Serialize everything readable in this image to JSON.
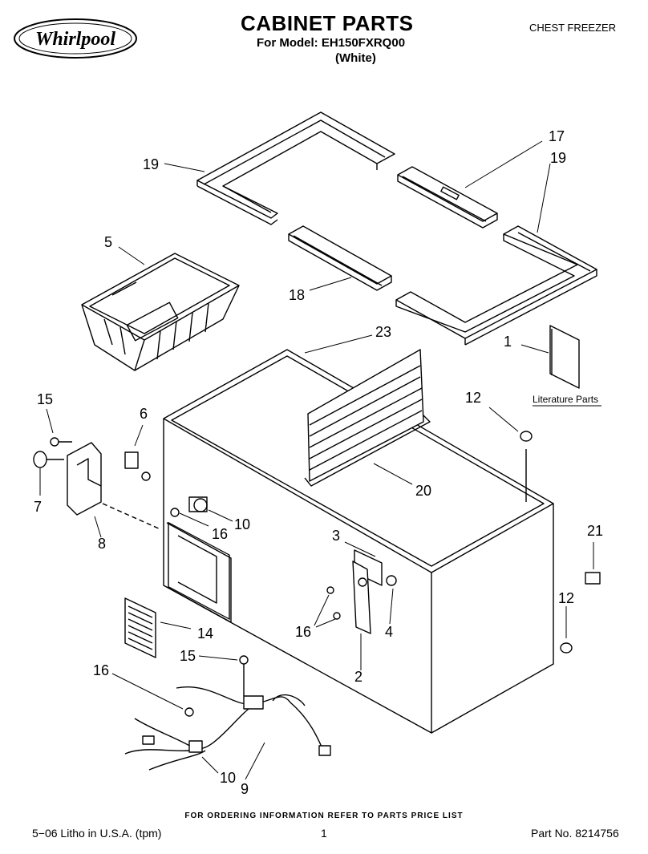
{
  "header": {
    "brand": "Whirlpool",
    "title": "CABINET PARTS",
    "model_line": "For Model: EH150FXRQ00",
    "color_line": "(White)",
    "category": "CHEST FREEZER"
  },
  "callouts": {
    "c19a": "19",
    "c17": "17",
    "c19b": "19",
    "c5": "5",
    "c18": "18",
    "c23": "23",
    "c1": "1",
    "c15a": "15",
    "c6": "6",
    "c12a": "12",
    "c7": "7",
    "c20": "20",
    "c16a": "16",
    "c10a": "10",
    "c8": "8",
    "c3": "3",
    "c21": "21",
    "c16b": "16",
    "c4": "4",
    "c12b": "12",
    "c14": "14",
    "c15b": "15",
    "c16c": "16",
    "c2": "2",
    "c10b": "10",
    "c9": "9"
  },
  "literature_label": "Literature Parts",
  "footer": {
    "note": "FOR ORDERING INFORMATION REFER TO PARTS PRICE LIST",
    "litho": "5−06 Litho in U.S.A. (tpm)",
    "page": "1",
    "part_no": "Part No. 8214756"
  }
}
